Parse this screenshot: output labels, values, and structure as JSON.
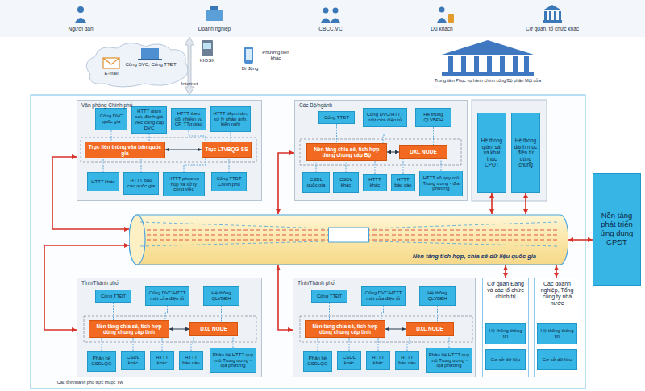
{
  "diagram": {
    "nodes": [
      {
        "text": [
          "Văn phòng Chính phủ"
        ]
      },
      {
        "text": [
          "Cổng DVC quốc gia"
        ],
        "in": 0
      },
      {
        "text": [
          "HTTT giám sát, đánh giá việc cung cấp DVC"
        ],
        "in": 0
      },
      {
        "text": [
          "HTTT theo dõi nhiệm vụ CP, TTg giao"
        ],
        "in": 0
      },
      {
        "text": [
          "HTTT tiếp nhận, xử lý phản ánh, kiến nghị"
        ],
        "in": 0
      },
      {
        "text": [
          "Trục liên thông văn bản quốc gia"
        ],
        "in": 0
      },
      {
        "text": [
          "Trục LTVBQG-SS"
        ],
        "in": 0
      },
      {
        "text": [
          "HTTT khác"
        ],
        "in": 0
      },
      {
        "text": [
          "HTTT báo cáo quốc gia"
        ],
        "in": 0
      },
      {
        "text": [
          "HTTT phục vụ họp và xử lý công việc"
        ],
        "in": 0
      },
      {
        "text": [
          "Cổng TTĐT Chính phủ"
        ],
        "in": 0
      },
      {
        "text": [
          "Các Bộ/ngành"
        ]
      },
      {
        "text": [
          "Cổng TTĐT"
        ],
        "in": 11
      },
      {
        "text": [
          "Cổng DVC/HTTT một cửa điện tử"
        ],
        "in": 11
      },
      {
        "text": [
          "Hệ thống QLVBĐH"
        ],
        "in": 11
      },
      {
        "text": [
          "Nền tảng chia sẻ, tích hợp dùng chung cấp Bộ"
        ],
        "in": 11
      },
      {
        "text": [
          "DXL NODE"
        ],
        "in": 11
      },
      {
        "text": [
          "CSDL quốc gia"
        ],
        "in": 11
      },
      {
        "text": [
          "CSDL khác"
        ],
        "in": 11
      },
      {
        "text": [
          "HTTT khác"
        ],
        "in": 11
      },
      {
        "text": [
          "HTTT báo cáo"
        ],
        "in": 11
      },
      {
        "text": [
          "HTTT số quy mô Trung ương - địa phương"
        ],
        "in": 11
      },
      {
        "text": [
          "Hệ thống giám sát và khai thác CPĐT"
        ]
      },
      {
        "text": [
          "Hệ thống danh mục điện tử dùng chung"
        ]
      },
      {
        "text": [
          "Nền tảng phát triển ứng dụng CPĐT"
        ]
      },
      {
        "text": [
          "Nền tảng tích hợp, chia sẻ dữ liệu quốc gia"
        ]
      },
      {
        "text": [
          "Tỉnh/Thành phố"
        ]
      },
      {
        "text": [
          "Cổng TTĐT"
        ],
        "in": 26
      },
      {
        "text": [
          "Cổng DVC/HTTT một cửa điện tử"
        ],
        "in": 26
      },
      {
        "text": [
          "Hệ thống QLVBĐH"
        ],
        "in": 26
      },
      {
        "text": [
          "Nền tảng chia sẻ, tích hợp dùng chung cấp tỉnh"
        ],
        "in": 26
      },
      {
        "text": [
          "DXL NODE"
        ],
        "in": 26
      },
      {
        "text": [
          "Phân hệ CSDLQG"
        ],
        "in": 26
      },
      {
        "text": [
          "CSDL khác"
        ],
        "in": 26
      },
      {
        "text": [
          "HTTT khác"
        ],
        "in": 26
      },
      {
        "text": [
          "HTTT báo cáo"
        ],
        "in": 26
      },
      {
        "text": [
          "Phân hệ HTTT quy mô Trung ương - địa phương"
        ],
        "in": 26
      },
      {
        "text": [
          "Tỉnh/Thành phố"
        ]
      },
      {
        "text": [
          "Cổng TTĐT"
        ],
        "in": 37
      },
      {
        "text": [
          "Cổng DVC/HTTT một cửa điện tử"
        ],
        "in": 37
      },
      {
        "text": [
          "Hệ thống QLVBĐH"
        ],
        "in": 37
      },
      {
        "text": [
          "Nền tảng chia sẻ, tích hợp dùng chung cấp tỉnh"
        ],
        "in": 37
      },
      {
        "text": [
          "DXL NODE"
        ],
        "in": 37
      },
      {
        "text": [
          "Phân hệ CSDLQG"
        ],
        "in": 37
      },
      {
        "text": [
          "CSDL khác"
        ],
        "in": 37
      },
      {
        "text": [
          "HTTT khác"
        ],
        "in": 37
      },
      {
        "text": [
          "HTTT báo cáo"
        ],
        "in": 37
      },
      {
        "text": [
          "Phân hệ HTTT quy mô Trung ương - địa phương"
        ],
        "in": 37
      },
      {
        "text": [
          "Cơ quan Đảng và các tổ chức chính trị"
        ]
      },
      {
        "text": [
          "Hệ thống thông tin"
        ],
        "in": 48
      },
      {
        "text": [
          "Cơ sở dữ liệu"
        ],
        "in": 48
      },
      {
        "text": [
          "Các doanh nghiệp, Tổng công ty nhà nước"
        ]
      },
      {
        "text": [
          "Hệ thống thông tin"
        ],
        "in": 51
      },
      {
        "text": [
          "Cơ sở dữ liệu"
        ],
        "in": 51
      }
    ],
    "edges": [
      {
        "from": 0,
        "to": 25,
        "arrow": "both"
      },
      {
        "from": 26,
        "to": 25,
        "arrow": "both"
      },
      {
        "from": 11,
        "to": 25,
        "arrow": "both"
      },
      {
        "from": 37,
        "to": 25,
        "arrow": "both"
      },
      {
        "from": 25,
        "to": 48,
        "arrow": "both"
      },
      {
        "from": 25,
        "to": 51,
        "arrow": "both"
      },
      {
        "from": 24,
        "to": 25,
        "arrow": "both"
      },
      {
        "from": 22,
        "to": 25,
        "arrow": "both"
      },
      {
        "from": 23,
        "to": 25,
        "arrow": "both"
      },
      {
        "from": 5,
        "to": 6,
        "arrow": "both"
      },
      {
        "from": 15,
        "to": 16,
        "arrow": "both"
      },
      {
        "from": 30,
        "to": 31,
        "arrow": "both"
      },
      {
        "from": 41,
        "to": 42,
        "arrow": "both"
      },
      {
        "from": 1,
        "to": 5,
        "arrow": "none"
      },
      {
        "from": 2,
        "to": 5,
        "arrow": "none"
      },
      {
        "from": 3,
        "to": 6,
        "arrow": "none"
      },
      {
        "from": 4,
        "to": 6,
        "arrow": "none"
      },
      {
        "from": 7,
        "to": 5,
        "arrow": "none"
      },
      {
        "from": 8,
        "to": 5,
        "arrow": "none"
      },
      {
        "from": 9,
        "to": 6,
        "arrow": "none"
      },
      {
        "from": 10,
        "to": 6,
        "arrow": "none"
      },
      {
        "from": 12,
        "to": 15,
        "arrow": "none"
      },
      {
        "from": 13,
        "to": 15,
        "arrow": "none"
      },
      {
        "from": 14,
        "to": 16,
        "arrow": "none"
      },
      {
        "from": 17,
        "to": 15,
        "arrow": "none"
      },
      {
        "from": 18,
        "to": 15,
        "arrow": "none"
      },
      {
        "from": 19,
        "to": 15,
        "arrow": "none"
      },
      {
        "from": 20,
        "to": 16,
        "arrow": "none"
      },
      {
        "from": 21,
        "to": 16,
        "arrow": "none"
      },
      {
        "from": 27,
        "to": 30,
        "arrow": "none"
      },
      {
        "from": 28,
        "to": 30,
        "arrow": "none"
      },
      {
        "from": 29,
        "to": 31,
        "arrow": "none"
      },
      {
        "from": 32,
        "to": 30,
        "arrow": "none"
      },
      {
        "from": 33,
        "to": 30,
        "arrow": "none"
      },
      {
        "from": 34,
        "to": 30,
        "arrow": "none"
      },
      {
        "from": 35,
        "to": 31,
        "arrow": "none"
      },
      {
        "from": 36,
        "to": 31,
        "arrow": "none"
      },
      {
        "from": 38,
        "to": 41,
        "arrow": "none"
      },
      {
        "from": 39,
        "to": 41,
        "arrow": "none"
      },
      {
        "from": 40,
        "to": 42,
        "arrow": "none"
      },
      {
        "from": 43,
        "to": 41,
        "arrow": "none"
      },
      {
        "from": 44,
        "to": 41,
        "arrow": "none"
      },
      {
        "from": 45,
        "to": 41,
        "arrow": "none"
      },
      {
        "from": 46,
        "to": 42,
        "arrow": "none"
      },
      {
        "from": 47,
        "to": 42,
        "arrow": "none"
      }
    ],
    "labels": [
      "Người dân",
      "Doanh nghiệp",
      "CBCC,VC",
      "Du khách",
      "Cơ quan, tổ chức khác",
      "E-mail",
      "Cổng DVC, Cổng TTĐT",
      "KIOSK",
      "Di động",
      "Phương tiện khác",
      "Internet",
      "Trung tâm Phục vụ hành chính công/Bộ phận Một cửa",
      "Các tỉnh/thành phố trực thuộc TW"
    ]
  }
}
